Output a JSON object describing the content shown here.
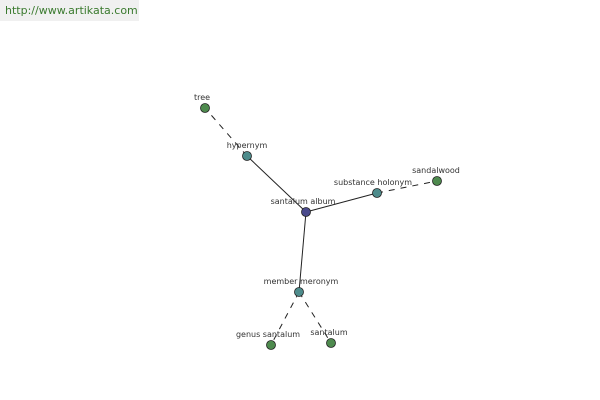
{
  "header": {
    "site_url": "http://www.artikata.com"
  },
  "colors": {
    "center_node": "#4a4a8c",
    "relation_node": "#4e8c8c",
    "leaf_node": "#4e8a4e",
    "edge": "#222222",
    "site_bar": "#f0f0f0",
    "site_link": "#3a7a2e"
  },
  "graph": {
    "nodes": [
      {
        "id": "santalum-album",
        "label": "santalum album",
        "kind": "center"
      },
      {
        "id": "hypernym",
        "label": "hypernym",
        "kind": "relation"
      },
      {
        "id": "substance-holonym",
        "label": "substance holonym",
        "kind": "relation"
      },
      {
        "id": "member-meronym",
        "label": "member meronym",
        "kind": "relation"
      },
      {
        "id": "tree",
        "label": "tree",
        "kind": "leaf"
      },
      {
        "id": "sandalwood",
        "label": "sandalwood",
        "kind": "leaf"
      },
      {
        "id": "genus-santalum",
        "label": "genus santalum",
        "kind": "leaf"
      },
      {
        "id": "santalum",
        "label": "santalum",
        "kind": "leaf"
      }
    ],
    "edges": [
      {
        "from": "santalum-album",
        "to": "hypernym",
        "style": "solid"
      },
      {
        "from": "santalum-album",
        "to": "substance-holonym",
        "style": "solid"
      },
      {
        "from": "santalum-album",
        "to": "member-meronym",
        "style": "solid"
      },
      {
        "from": "hypernym",
        "to": "tree",
        "style": "dashed"
      },
      {
        "from": "substance-holonym",
        "to": "sandalwood",
        "style": "dashed"
      },
      {
        "from": "member-meronym",
        "to": "genus-santalum",
        "style": "dashed"
      },
      {
        "from": "member-meronym",
        "to": "santalum",
        "style": "dashed"
      }
    ]
  }
}
